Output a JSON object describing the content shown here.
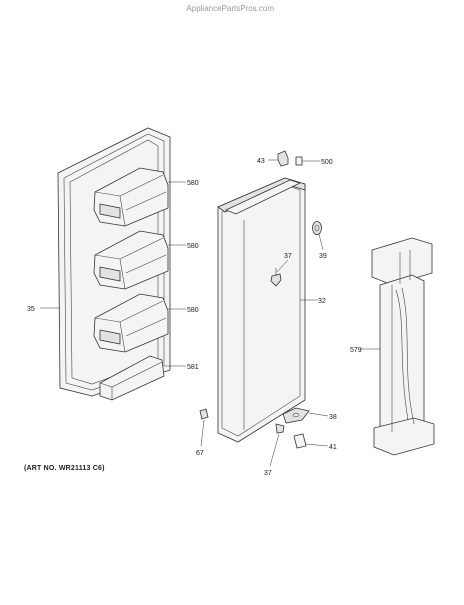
{
  "watermark": "AppliancePartsPros.com",
  "art_number": "(ART NO. WR21113 C6)",
  "callouts": {
    "c35": "35",
    "c580a": "580",
    "c580b": "580",
    "c580c": "580",
    "c581": "581",
    "c43": "43",
    "c500": "500",
    "c39": "39",
    "c37a": "37",
    "c32": "32",
    "c579": "579",
    "c38": "38",
    "c67": "67",
    "c41": "41",
    "c37b": "37"
  }
}
